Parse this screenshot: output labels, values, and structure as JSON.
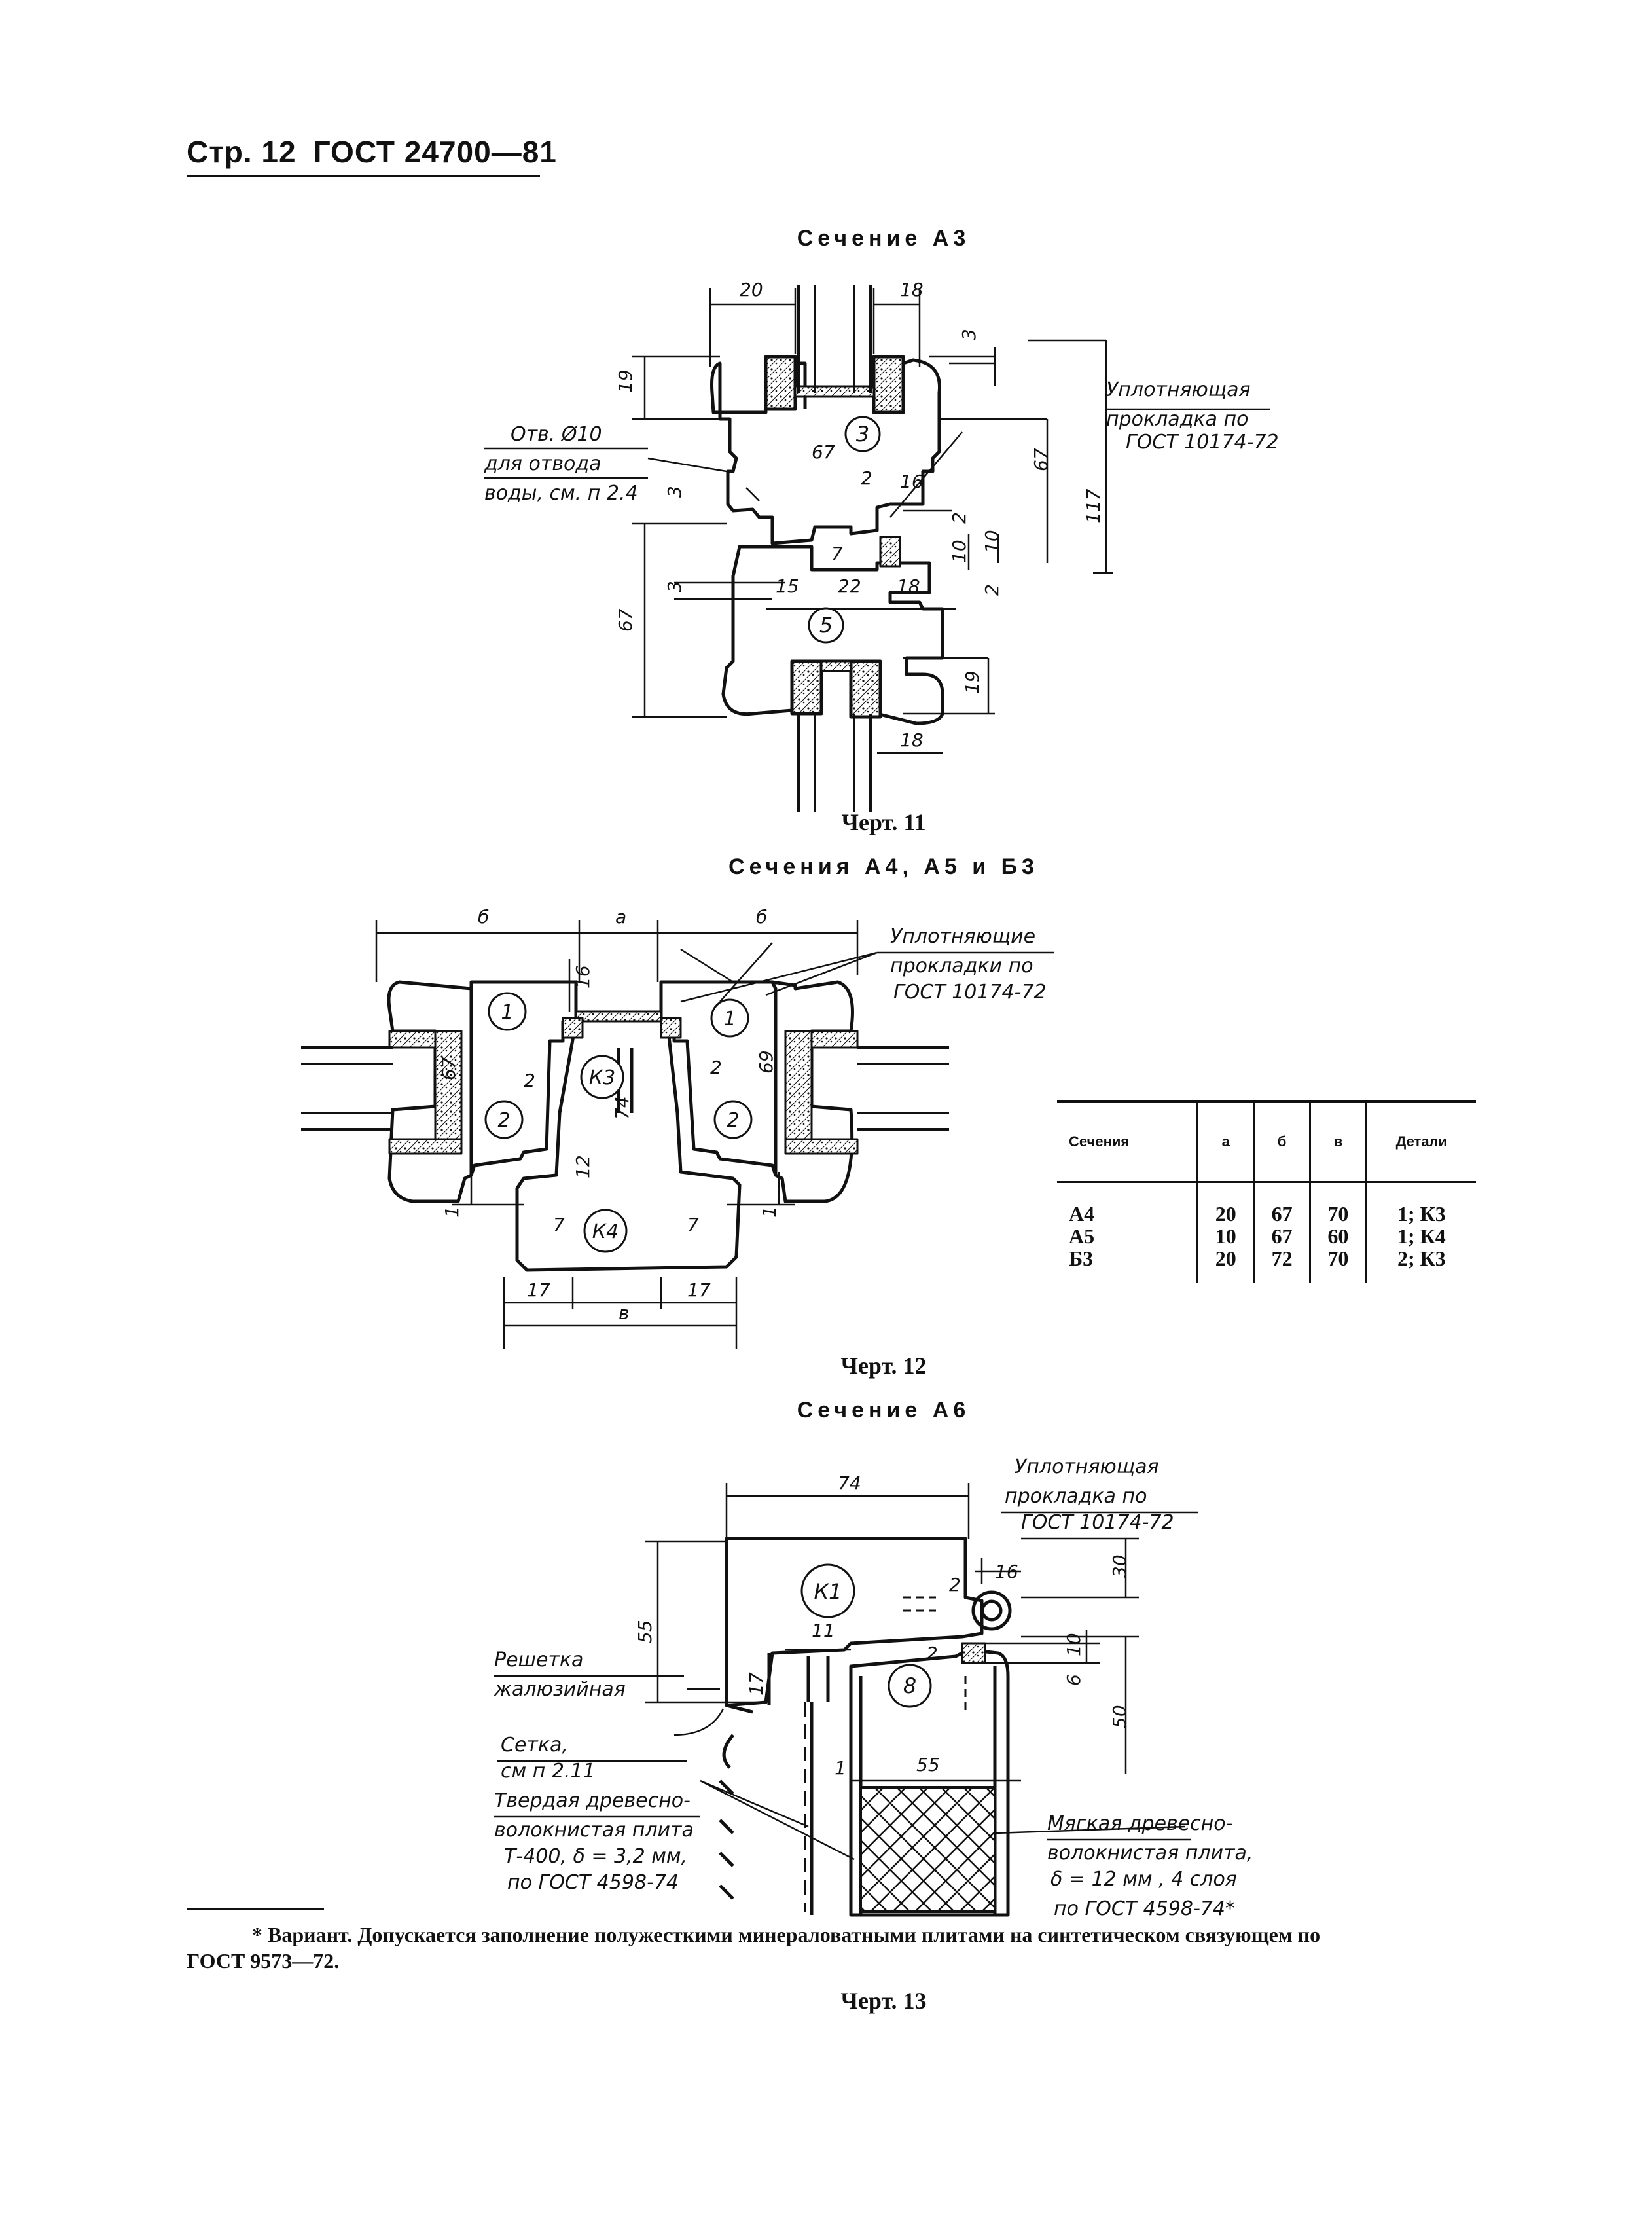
{
  "header": {
    "page": "Стр. 12",
    "standard": "ГОСТ 24700—81"
  },
  "fig11": {
    "title": "Сечение А3",
    "caption": "Черт. 11",
    "parts": [
      "3",
      "5"
    ],
    "labels": {
      "seal": [
        "Уплотняющая",
        "прокладка по",
        "ГОСТ 10174-72"
      ],
      "hole": [
        "Отв. Ø10",
        "для отвода",
        "воды, см. п 2.4"
      ]
    },
    "dims": [
      "20",
      "18",
      "3",
      "19",
      "67",
      "67",
      "117",
      "2",
      "16",
      "2",
      "10",
      "10",
      "3",
      "3",
      "7",
      "15",
      "22",
      "18",
      "2",
      "67",
      "19",
      "18"
    ]
  },
  "fig12": {
    "title": "Сечения А4, А5 и Б3",
    "caption": "Черт. 12",
    "parts": [
      "1",
      "1",
      "2",
      "2",
      "К3",
      "К4"
    ],
    "labels": {
      "seal": [
        "Уплотняющие",
        "прокладки по",
        "ГОСТ 10174-72"
      ]
    },
    "dims": [
      "б",
      "а",
      "б",
      "16",
      "67",
      "69",
      "2",
      "2",
      "74",
      "12",
      "7",
      "7",
      "1",
      "1",
      "17",
      "17",
      "в"
    ]
  },
  "table": {
    "headers": [
      "Сечения",
      "а",
      "б",
      "в",
      "Детали"
    ],
    "rows": [
      [
        "А4",
        "20",
        "67",
        "70",
        "1; К3"
      ],
      [
        "А5",
        "10",
        "67",
        "60",
        "1; К4"
      ],
      [
        "Б3",
        "20",
        "72",
        "70",
        "2; К3"
      ]
    ]
  },
  "fig13": {
    "title": "Сечение А6",
    "caption": "Черт. 13",
    "parts": [
      "К1",
      "8"
    ],
    "labels": {
      "seal": [
        "Уплотняющая",
        "прокладка по",
        "ГОСТ 10174-72"
      ],
      "grille": [
        "Решетка",
        "жалюзийная"
      ],
      "mesh": [
        "Сетка,",
        "см п 2.11"
      ],
      "hardboard": [
        "Твердая древесно-",
        "волокнистая плита",
        "Т-400, δ = 3,2 мм,",
        "по ГОСТ 4598-74"
      ],
      "softboard": [
        "Мягкая древесно-",
        "волокнистая плита,",
        "δ = 12 мм , 4 слоя",
        "по ГОСТ 4598-74*"
      ]
    },
    "dims": [
      "74",
      "16",
      "2",
      "30",
      "55",
      "11",
      "2",
      "10",
      "6",
      "17",
      "50",
      "1",
      "55"
    ]
  },
  "footnote": {
    "line1": "* Вариант. Допускается заполнение полужесткими минераловатными плитами на синтетическом связующем по",
    "line2": "ГОСТ 9573—72."
  }
}
